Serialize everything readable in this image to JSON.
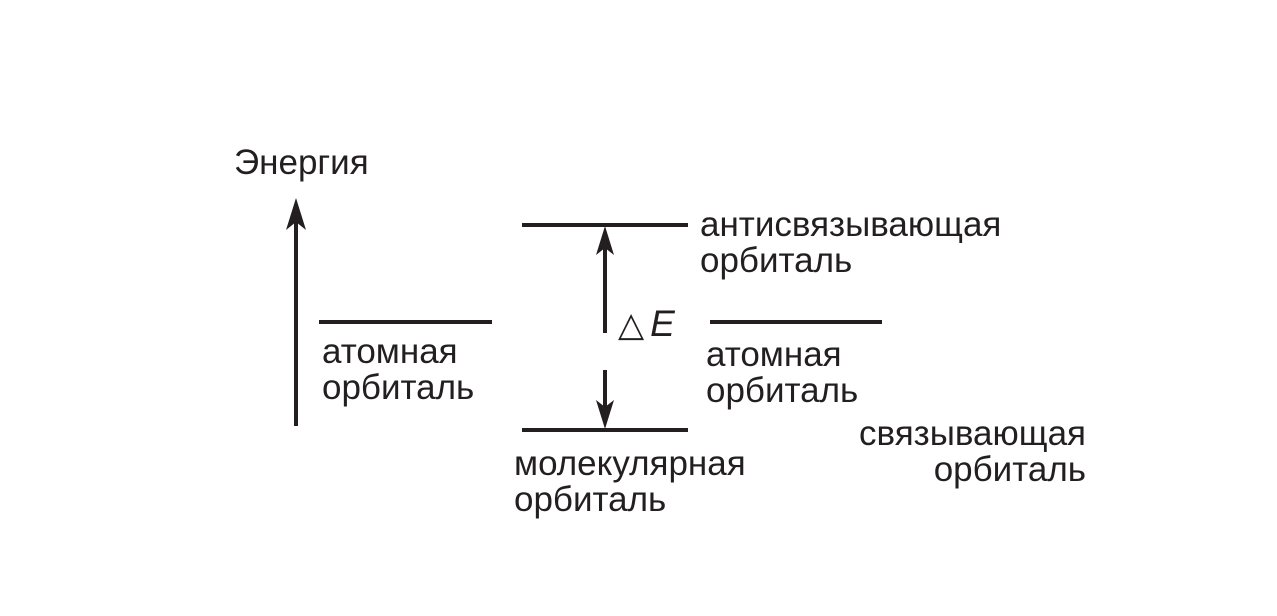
{
  "energy_axis": {
    "label": "Энергия"
  },
  "levels": {
    "atomic_left": {
      "line1": "атомная",
      "line2": "орбиталь"
    },
    "atomic_right": {
      "line1": "атомная",
      "line2": "орбиталь"
    },
    "antibonding": {
      "line1": "антисвязывающая",
      "line2": "орбиталь"
    },
    "bonding": {
      "line1": "связывающая",
      "line2": "орбиталь"
    },
    "molecular": {
      "line1": "молекулярная",
      "line2": "орбиталь"
    }
  },
  "gap": {
    "symbol": "△",
    "variable": "E"
  },
  "colors": {
    "ink": "#231f20",
    "background": "#ffffff"
  }
}
